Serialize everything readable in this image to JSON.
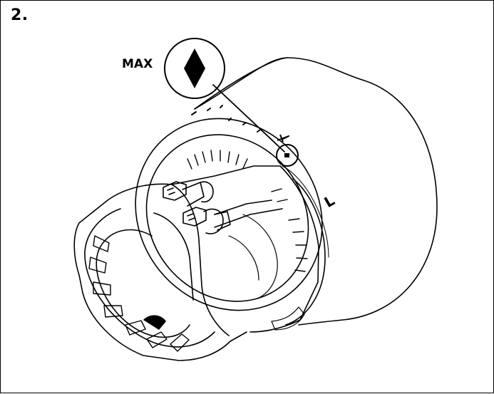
{
  "step": {
    "number": "2."
  },
  "callout": {
    "label": "MAX",
    "symbol": "diamond-icon"
  },
  "dial_mark": "L",
  "colors": {
    "line": "#000000",
    "background": "#ffffff"
  }
}
